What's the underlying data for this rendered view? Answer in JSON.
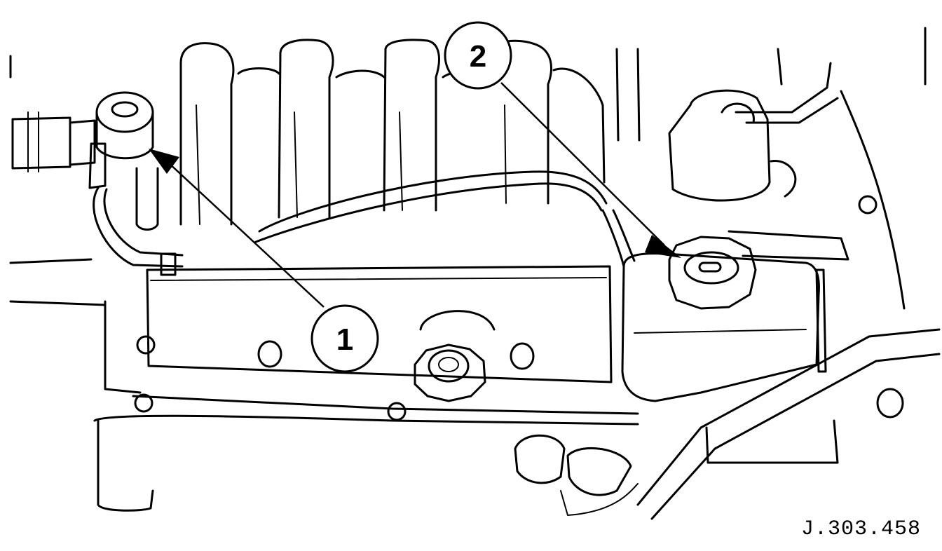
{
  "callouts": [
    {
      "label": "1"
    },
    {
      "label": "2"
    }
  ],
  "figure_ref": "J.303.458"
}
